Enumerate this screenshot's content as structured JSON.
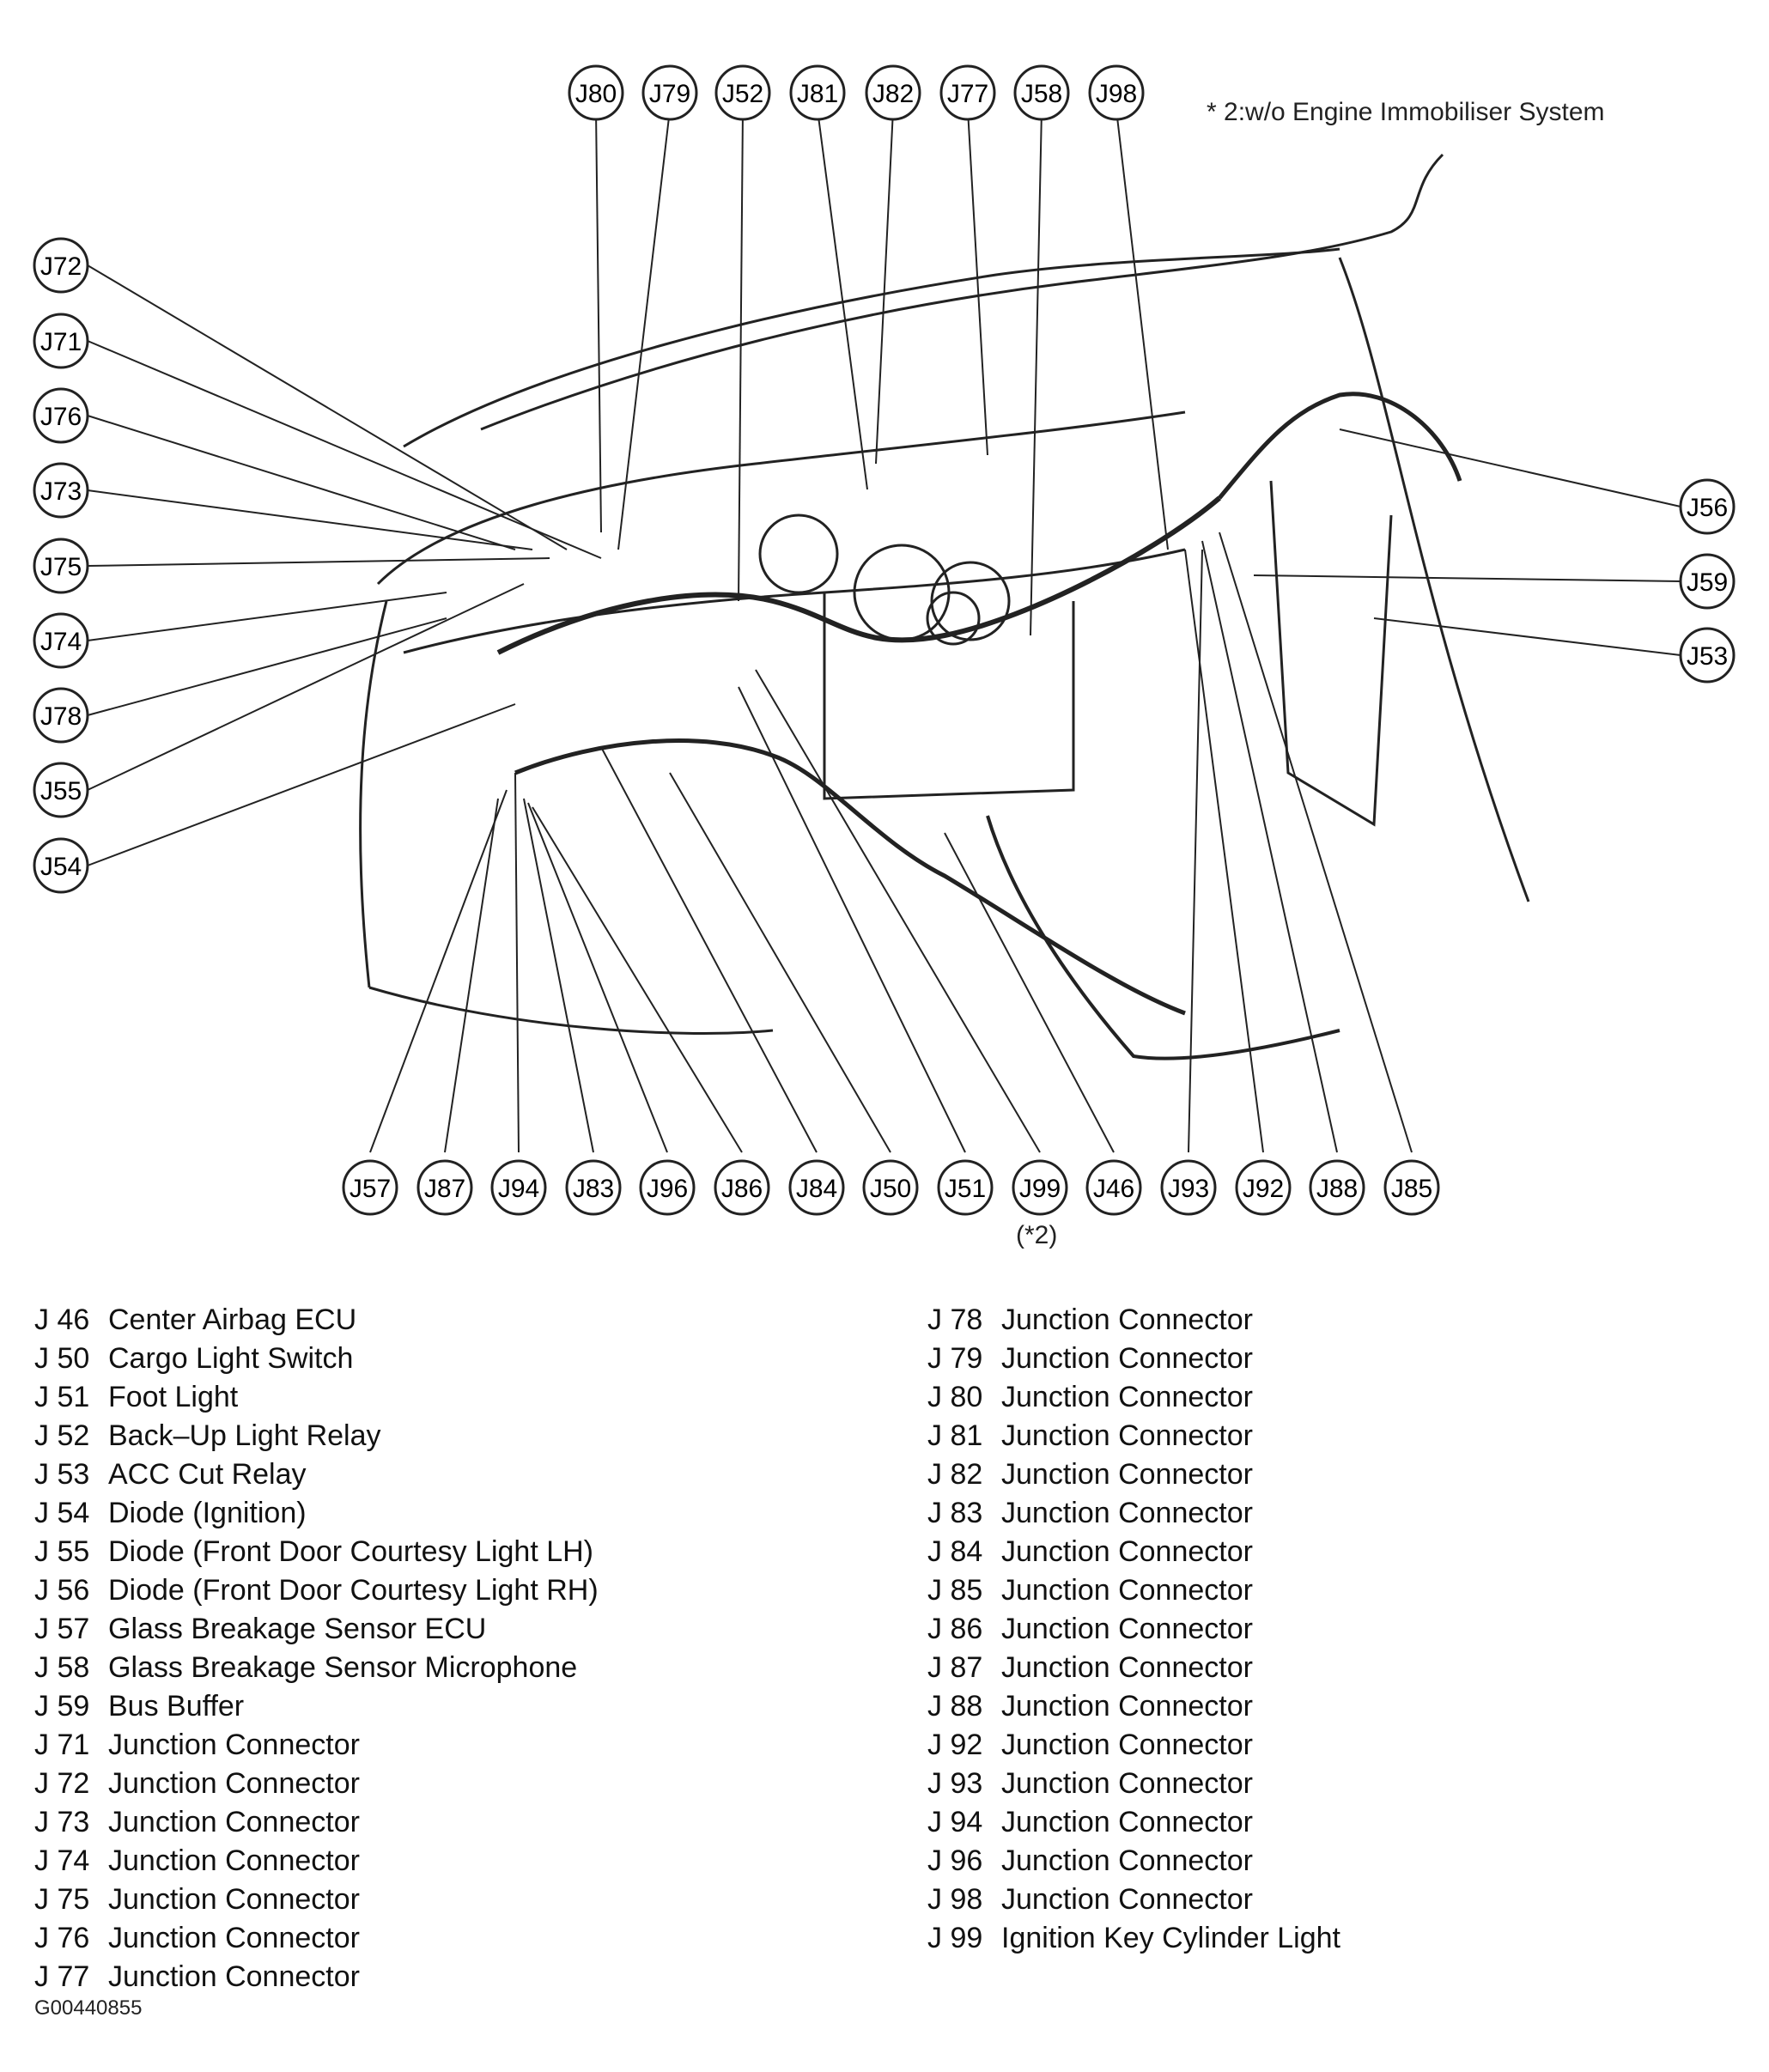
{
  "note": "* 2:w/o Engine Immobiliser System",
  "footnote_marker": "(*2)",
  "figure_id": "G00440855",
  "callouts": {
    "top": [
      "J80",
      "J79",
      "J52",
      "J81",
      "J82",
      "J77",
      "J58",
      "J98"
    ],
    "left": [
      "J72",
      "J71",
      "J76",
      "J73",
      "J75",
      "J74",
      "J78",
      "J55",
      "J54"
    ],
    "right": [
      "J56",
      "J59",
      "J53"
    ],
    "bottom": [
      "J57",
      "J87",
      "J94",
      "J83",
      "J96",
      "J86",
      "J84",
      "J50",
      "J51",
      "J99",
      "J46",
      "J93",
      "J92",
      "J88",
      "J85"
    ]
  },
  "legend_left": [
    {
      "code": "J 46",
      "label": "Center Airbag ECU"
    },
    {
      "code": "J 50",
      "label": "Cargo Light Switch"
    },
    {
      "code": "J 51",
      "label": "Foot Light"
    },
    {
      "code": "J 52",
      "label": "Back–Up Light Relay"
    },
    {
      "code": "J 53",
      "label": "ACC Cut Relay"
    },
    {
      "code": "J 54",
      "label": "Diode (Ignition)"
    },
    {
      "code": "J 55",
      "label": "Diode (Front Door Courtesy Light LH)"
    },
    {
      "code": "J 56",
      "label": "Diode (Front Door Courtesy Light RH)"
    },
    {
      "code": "J 57",
      "label": "Glass Breakage Sensor ECU"
    },
    {
      "code": "J 58",
      "label": "Glass Breakage Sensor Microphone"
    },
    {
      "code": "J 59",
      "label": "Bus Buffer"
    },
    {
      "code": "J 71",
      "label": "Junction Connector"
    },
    {
      "code": "J 72",
      "label": "Junction Connector"
    },
    {
      "code": "J 73",
      "label": "Junction Connector"
    },
    {
      "code": "J 74",
      "label": "Junction Connector"
    },
    {
      "code": "J 75",
      "label": "Junction Connector"
    },
    {
      "code": "J 76",
      "label": "Junction Connector"
    },
    {
      "code": "J 77",
      "label": "Junction Connector"
    }
  ],
  "legend_right": [
    {
      "code": "J 78",
      "label": "Junction Connector"
    },
    {
      "code": "J 79",
      "label": "Junction Connector"
    },
    {
      "code": "J 80",
      "label": "Junction Connector"
    },
    {
      "code": "J 81",
      "label": "Junction Connector"
    },
    {
      "code": "J 82",
      "label": "Junction Connector"
    },
    {
      "code": "J 83",
      "label": "Junction Connector"
    },
    {
      "code": "J 84",
      "label": "Junction Connector"
    },
    {
      "code": "J 85",
      "label": "Junction Connector"
    },
    {
      "code": "J 86",
      "label": "Junction Connector"
    },
    {
      "code": "J 87",
      "label": "Junction Connector"
    },
    {
      "code": "J 88",
      "label": "Junction Connector"
    },
    {
      "code": "J 92",
      "label": "Junction Connector"
    },
    {
      "code": "J 93",
      "label": "Junction Connector"
    },
    {
      "code": "J 94",
      "label": "Junction Connector"
    },
    {
      "code": "J 96",
      "label": "Junction Connector"
    },
    {
      "code": "J 98",
      "label": "Junction Connector"
    },
    {
      "code": "J 99",
      "label": "Ignition Key Cylinder Light"
    }
  ]
}
